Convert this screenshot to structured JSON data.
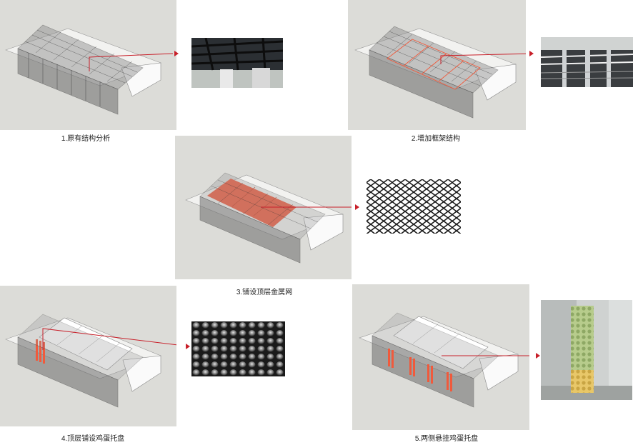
{
  "steps": [
    {
      "caption": "1.原有结构分析",
      "highlight": "none"
    },
    {
      "caption": "2.增加框架结构",
      "highlight": "frame"
    },
    {
      "caption": "3.铺设顶层金属网",
      "highlight": "mesh"
    },
    {
      "caption": "4.顶层铺设鸡蛋托盘",
      "highlight": "egg-top"
    },
    {
      "caption": "5.两侧悬挂鸡蛋托盘",
      "highlight": "egg-sides"
    }
  ],
  "colors": {
    "panel_bg": "#dcdcd8",
    "accent_red": "#c8202a",
    "highlight_red": "#f05a3c"
  }
}
